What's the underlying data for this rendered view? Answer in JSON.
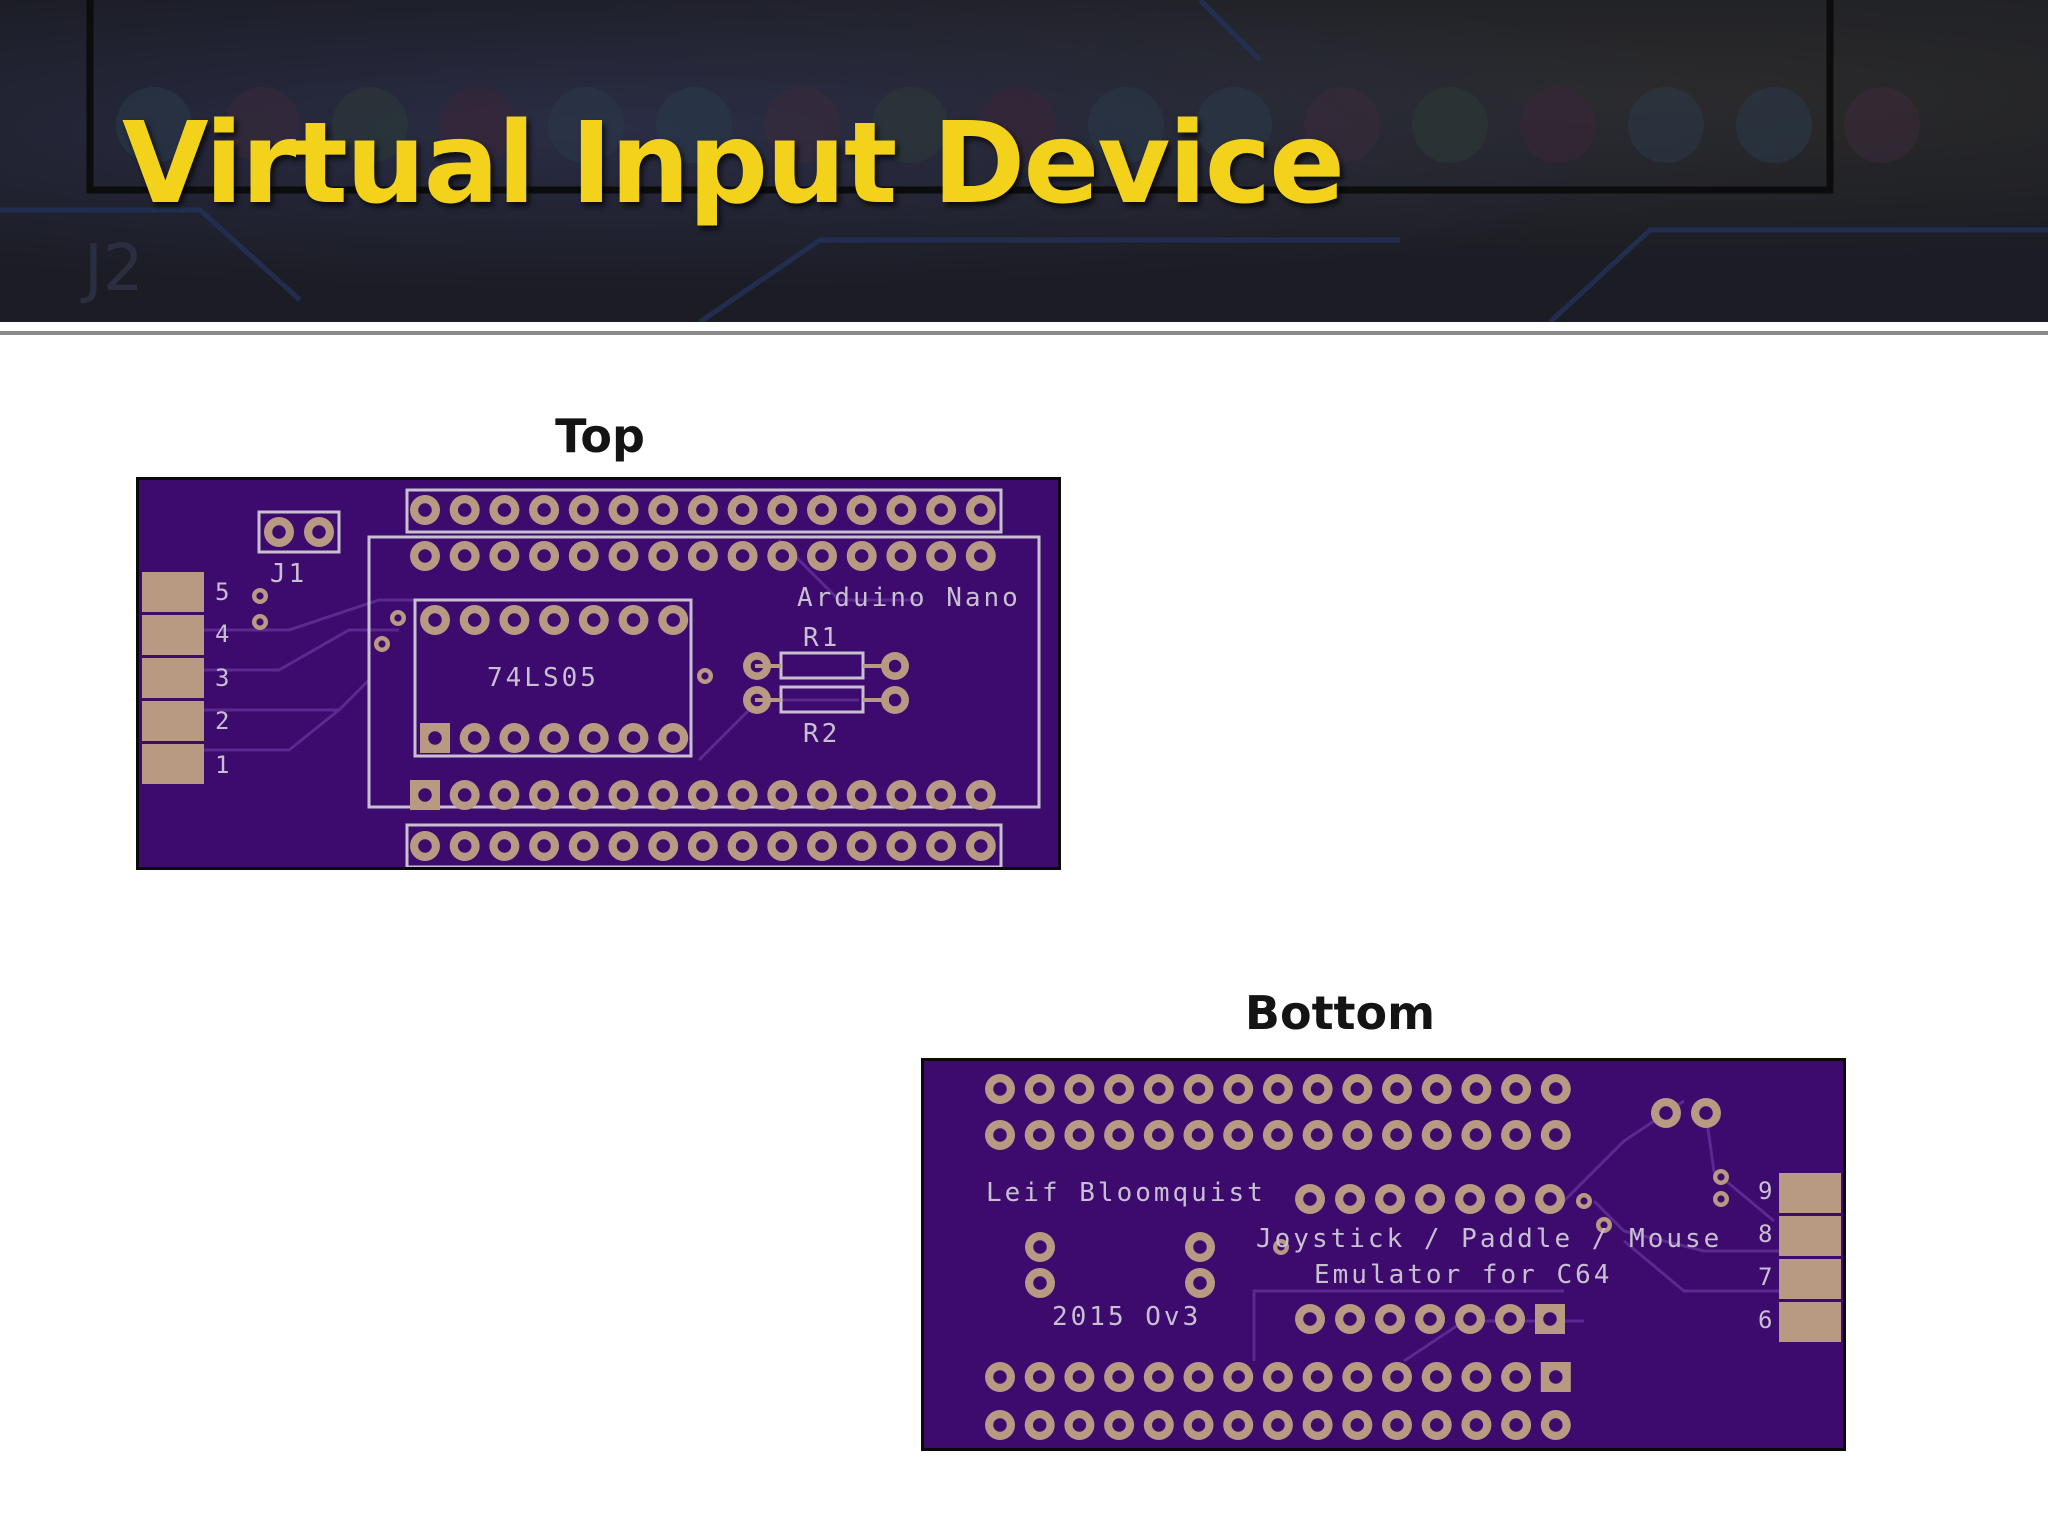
{
  "slide": {
    "title": "Virtual Input Device"
  },
  "boards": {
    "top": {
      "caption": "Top",
      "silkscreen": {
        "module": "Arduino Nano",
        "chip": "74LS05",
        "header": "J1",
        "r1": "R1",
        "r2": "R2",
        "pins": [
          "5",
          "4",
          "3",
          "2",
          "1"
        ]
      }
    },
    "bottom": {
      "caption": "Bottom",
      "silkscreen": {
        "author": "Leif Bloomquist",
        "line1": "Joystick / Paddle / Mouse",
        "line2": "Emulator for C64",
        "version": "2015 Ov3",
        "pins": [
          "9",
          "8",
          "7",
          "6"
        ]
      }
    }
  },
  "colors": {
    "title": "#f2d21b",
    "pcb": "#3d0a6e",
    "pad": "#b89a82",
    "silk": "#c7c0cf"
  }
}
